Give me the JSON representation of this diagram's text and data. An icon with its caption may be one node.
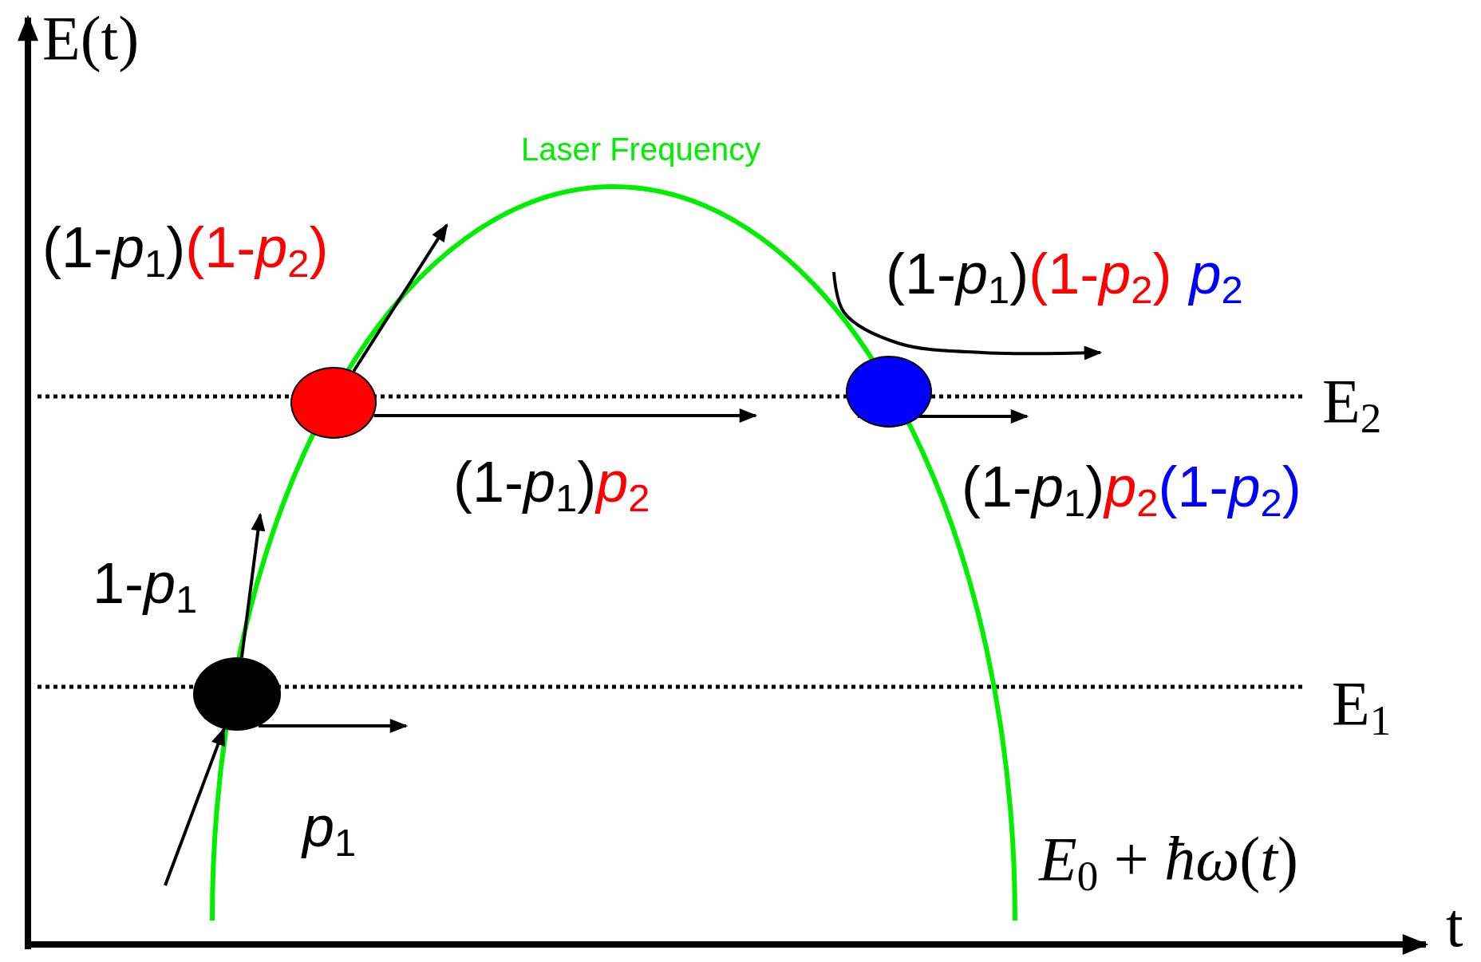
{
  "diagram": {
    "nodes": [
      {
        "text": [],
        "shape": "circle"
      },
      {
        "text": [],
        "shape": "circle"
      },
      {
        "text": [],
        "shape": "circle"
      }
    ],
    "edges": [
      {
        "from": null,
        "to": 2,
        "arrow": "to"
      },
      {
        "from": 2,
        "to": null,
        "arrow": "to"
      },
      {
        "from": 2,
        "to": null,
        "arrow": "to"
      },
      {
        "from": 0,
        "to": null,
        "arrow": "to"
      },
      {
        "from": 0,
        "to": null,
        "arrow": "to"
      },
      {
        "from": 1,
        "to": null,
        "arrow": "to"
      }
    ],
    "labels": [
      "E(t)",
      "Laser Frequency",
      "(1-*p*$_{1}$)",
      "(1-*p*$_{2}$)",
      "(1-*p*$_{1}$)",
      "(1-*p*$_{2}$)",
      "*p*$_{2}$",
      "E$_{2}$",
      "(1-*p*$_{1}$)",
      "*p*$_{2}$",
      "(1-*p*$_{1}$)",
      "*p*$_{2}$",
      "(1-*p*$_{2}$)",
      "1-*p*$_{1}$",
      "E$_{1}$",
      "*p*$_{1}$",
      "*E*$_{0}$ + *ħω*(*t*)",
      "t"
    ]
  }
}
